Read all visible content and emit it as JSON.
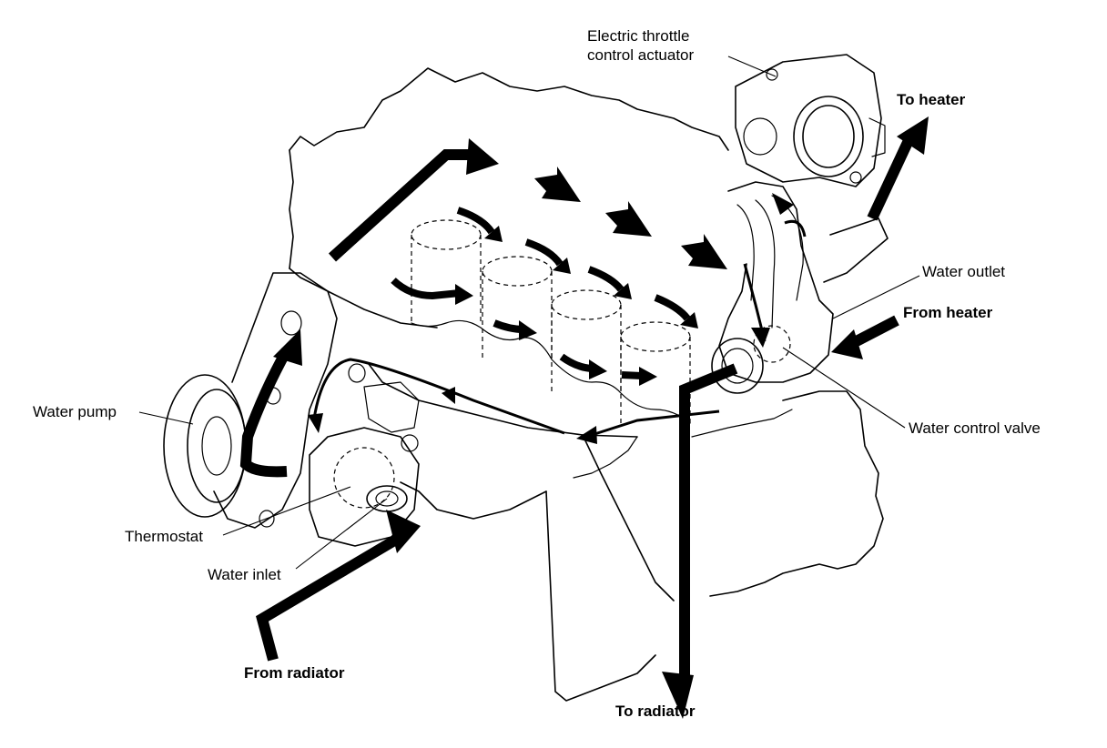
{
  "labels": {
    "throttle_line1": "Electric throttle",
    "throttle_line2": "control actuator",
    "to_heater": "To heater",
    "water_outlet": "Water outlet",
    "from_heater": "From heater",
    "water_control_valve": "Water control valve",
    "water_pump": "Water pump",
    "thermostat": "Thermostat",
    "water_inlet": "Water inlet",
    "from_radiator": "From radiator",
    "to_radiator": "To radiator"
  },
  "icons": {
    "flow_arrow": "black-arrow-icon",
    "return_arrow": "thin-arrow-icon"
  },
  "colors": {
    "ink": "#000000",
    "background": "#ffffff"
  }
}
